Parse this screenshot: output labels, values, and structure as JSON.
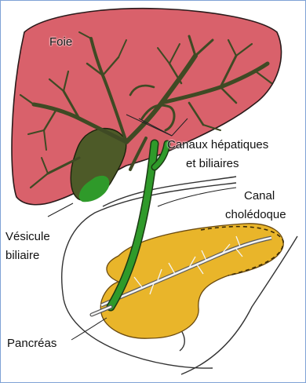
{
  "labels": {
    "foie": "Foie",
    "canaux_line1": "Canaux hépatiques",
    "canaux_line2": "et biliaires",
    "canal_line1": "Canal",
    "canal_line2": "cholédoque",
    "vesicule_line1": "Vésicule",
    "vesicule_line2": "biliaire",
    "pancreas": "Pancréas"
  },
  "colors": {
    "liver": "#d9616b",
    "ducts": "#3f4a24",
    "gallbladder": "#4d5a28",
    "green_duct": "#2f9a2a",
    "pancreas": "#e9b52a",
    "frame_border": "#7fa2d6"
  }
}
